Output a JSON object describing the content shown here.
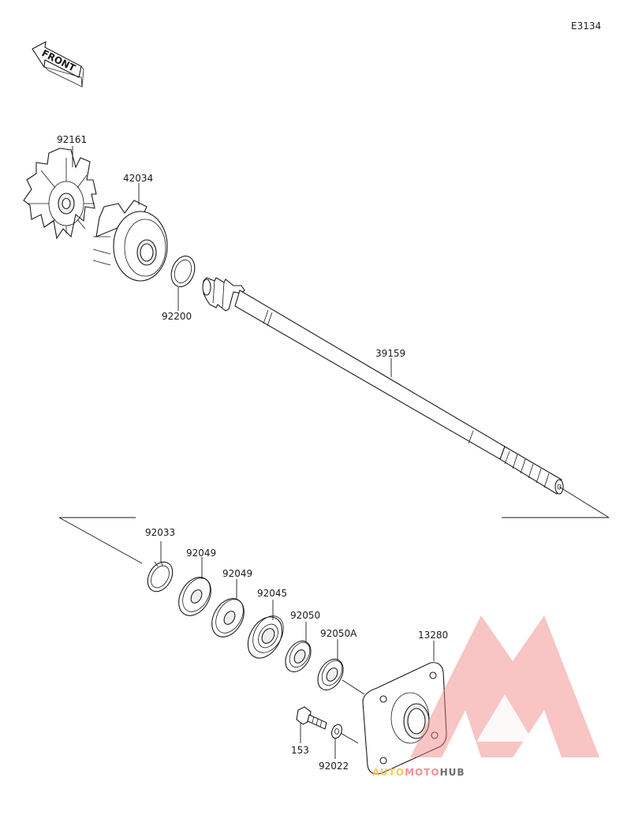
{
  "diagram": {
    "code": "E3134",
    "front_label": "FRONT"
  },
  "parts": [
    {
      "number": "92161",
      "name_key": "impeller"
    },
    {
      "number": "42034",
      "name_key": "pump-cover"
    },
    {
      "number": "92200",
      "name_key": "washer"
    },
    {
      "number": "39159",
      "name_key": "pump-shaft"
    },
    {
      "number": "92033",
      "name_key": "circlip"
    },
    {
      "number": "92049",
      "name_key": "oil-seal-a"
    },
    {
      "number": "92049",
      "name_key": "oil-seal-b"
    },
    {
      "number": "92045",
      "name_key": "ball-bearing"
    },
    {
      "number": "92050",
      "name_key": "seal-ring"
    },
    {
      "number": "92050A",
      "name_key": "seal-ring-a"
    },
    {
      "number": "13280",
      "name_key": "housing-plate"
    },
    {
      "number": "153",
      "name_key": "bolt"
    },
    {
      "number": "92022",
      "name_key": "small-washer"
    }
  ],
  "watermark": {
    "word_1": "AUTO",
    "word_2": "MOTO",
    "word_3": "HUB",
    "color_primary": "#f07f7f",
    "color_accent": "#f5c242",
    "color_dark": "#555555"
  }
}
